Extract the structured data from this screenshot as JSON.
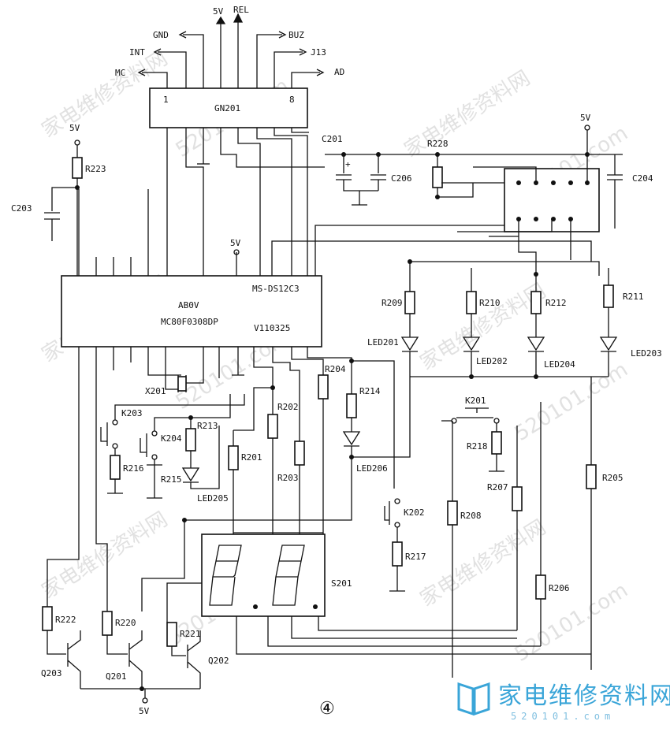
{
  "components": {
    "connector": "GN201",
    "connector_pin_first": "1",
    "connector_pin_last": "8",
    "mcu_lines": [
      "AB0V",
      "MC80F0308DP",
      "V110325"
    ],
    "display_ic": "MS-DS12C3",
    "display": "S201",
    "crystal": "X201",
    "resistors": [
      "R201",
      "R202",
      "R203",
      "R204",
      "R205",
      "R206",
      "R207",
      "R208",
      "R209",
      "R210",
      "R211",
      "R212",
      "R213",
      "R214",
      "R215",
      "R216",
      "R217",
      "R218",
      "R220",
      "R221",
      "R222",
      "R223",
      "R228"
    ],
    "capacitors": [
      "C201",
      "C203",
      "C204",
      "C206"
    ],
    "leds": [
      "LED201",
      "LED202",
      "LED203",
      "LED204",
      "LED205",
      "LED206"
    ],
    "keys": [
      "K201",
      "K202",
      "K203",
      "K204"
    ],
    "transistors": [
      "Q201",
      "Q202",
      "Q203"
    ]
  },
  "signals": [
    "GND",
    "5V",
    "REL",
    "BUZ",
    "INT",
    "J13",
    "MC",
    "AD"
  ],
  "supply_label": "5V",
  "cap_polarity": "+",
  "figure_number": "④",
  "watermark": {
    "site_cn": "家电维修资料网",
    "site_url": "520101.com",
    "logo_cn": "家电维修资料网",
    "logo_url": "520101.com"
  },
  "colors": {
    "ink": "#111111",
    "brand": "#3aa5d8",
    "watermark": "#c9c9c9"
  }
}
